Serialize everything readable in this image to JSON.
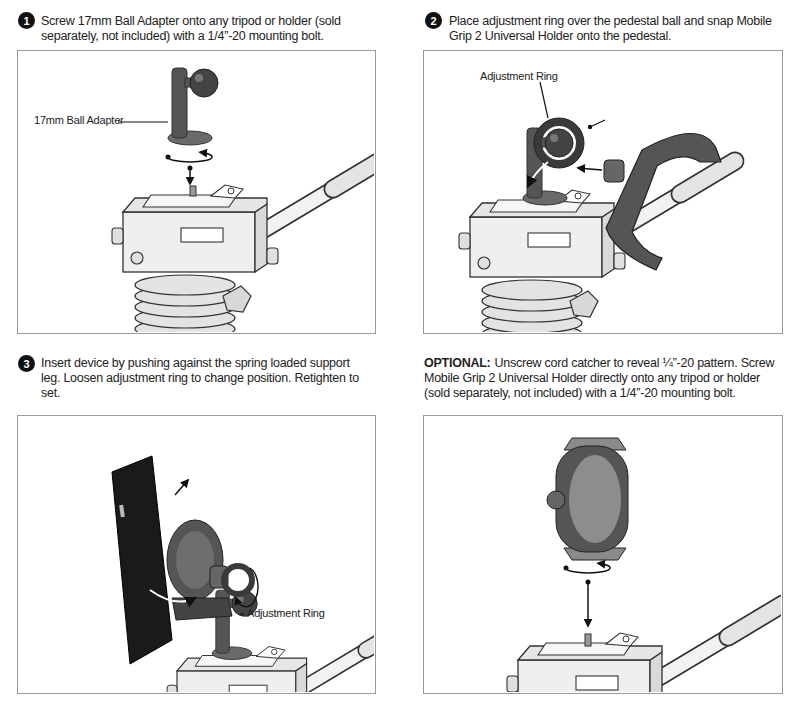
{
  "diagram": {
    "nodes": [
      {
        "text": [
          "1"
        ]
      },
      {
        "text": [
          "Screw 17mm Ball Adapter onto any tripod or holder (sold separately, not included) with a 1/4”-20 mounting bolt."
        ]
      },
      {
        "text": [
          "2"
        ]
      },
      {
        "text": [
          "Place adjustment ring over the pedestal ball and snap Mobile Grip 2 Universal Holder onto the pedestal."
        ]
      },
      {
        "text": [
          "3"
        ]
      },
      {
        "text": [
          "Insert device by pushing against the spring loaded support leg. Loosen adjustment ring to change position. Retighten to set."
        ]
      },
      {
        "text": [
          "OPTIONAL:",
          "Unscrew cord catcher to reveal ¼”-20 pattern. Screw Mobile Grip 2 Universal Holder directly onto any tripod or holder (sold separately, not included) with a 1/4”-20 mounting bolt."
        ]
      }
    ],
    "labels": [
      "17mm Ball Adapter",
      "Adjustment Ring",
      "Adjustment Ring"
    ]
  }
}
